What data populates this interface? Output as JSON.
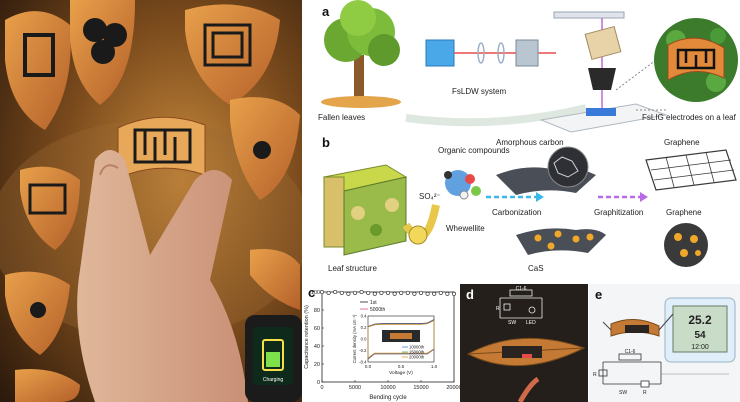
{
  "figure": {
    "panel_a": {
      "letter": "a",
      "labels": {
        "fallen_leaves": "Fallen leaves",
        "system": "FsLDW system",
        "electrodes": "FsLIG electrodes on a leaf"
      }
    },
    "panel_b": {
      "letter": "b",
      "labels": {
        "leaf_structure": "Leaf structure",
        "organic": "Organic compounds",
        "so4": "SO₄²⁻",
        "whewellite": "Whewellite",
        "amorphous": "Amorphous carbon",
        "carbonization": "Carbonization",
        "graphitization": "Graphitization",
        "graphene_sheet": "Graphene",
        "graphene_ball": "Graphene",
        "cas": "CaS"
      }
    },
    "panel_c": {
      "letter": "c"
    },
    "panel_d": {
      "letter": "d",
      "circuit": {
        "c": "C1-6",
        "r": "R",
        "sw": "SW",
        "led": "LED"
      }
    },
    "panel_e": {
      "letter": "e",
      "circuit": {
        "c": "C1-6",
        "r1": "R",
        "sw": "SW",
        "r2": "R"
      },
      "thermometer": {
        "temp": "25.2",
        "hum": "54",
        "time": "12:00"
      }
    },
    "left_photo": {
      "watch_label": "Charging"
    }
  },
  "chart_data": [
    {
      "type": "scatter",
      "title": "",
      "xlabel": "Bending cycle",
      "ylabel": "Capacitance retention (%)",
      "xlim": [
        0,
        20000
      ],
      "ylim": [
        0,
        100
      ],
      "xticks": [
        0,
        5000,
        10000,
        15000,
        20000
      ],
      "yticks": [
        0,
        20,
        40,
        60,
        80,
        100
      ],
      "x": [
        0,
        1000,
        2000,
        3000,
        4000,
        5000,
        6000,
        7000,
        8000,
        9000,
        10000,
        11000,
        12000,
        13000,
        14000,
        15000,
        16000,
        17000,
        18000,
        19000,
        20000
      ],
      "values": [
        100,
        99,
        100,
        99,
        98,
        99,
        100,
        99,
        98,
        99,
        99,
        98,
        99,
        99,
        98,
        99,
        98,
        98,
        99,
        98,
        98
      ],
      "legend": [
        "1st",
        "5000th"
      ],
      "grid": false
    },
    {
      "type": "line",
      "title": "",
      "xlabel": "Voltage (V)",
      "ylabel": "Current density (mA cm⁻²)",
      "xlim": [
        0.0,
        1.0
      ],
      "ylim": [
        -0.4,
        0.4
      ],
      "xticks": [
        0.0,
        0.5,
        1.0
      ],
      "yticks": [
        -0.4,
        -0.2,
        0.0,
        0.2,
        0.4
      ],
      "series": [
        {
          "name": "1st"
        },
        {
          "name": "5000th"
        },
        {
          "name": "10000th"
        },
        {
          "name": "15000th"
        },
        {
          "name": "20000th"
        }
      ],
      "legend_top": [
        "1st",
        "5000th"
      ],
      "legend_bottom": [
        "10000th",
        "15000th",
        "20000th"
      ],
      "upper": [
        0.22,
        0.26,
        0.27,
        0.27,
        0.27,
        0.27,
        0.27,
        0.27,
        0.27,
        0.28,
        0.34
      ],
      "lower": [
        -0.35,
        -0.26,
        -0.26,
        -0.26,
        -0.26,
        -0.26,
        -0.26,
        -0.26,
        -0.26,
        -0.26,
        -0.18
      ]
    }
  ]
}
